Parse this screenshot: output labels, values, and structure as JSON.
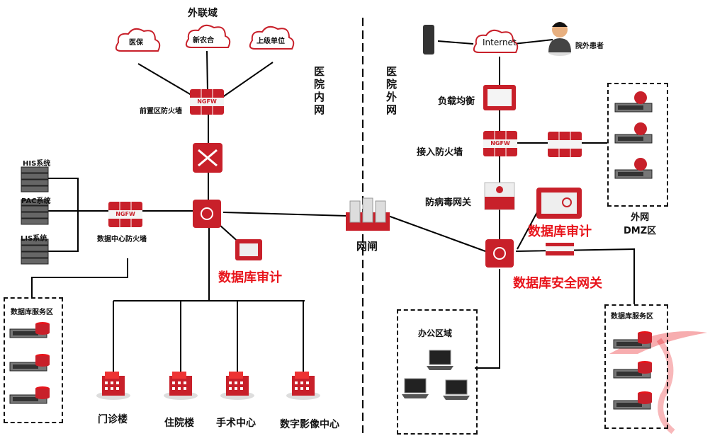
{
  "external": {
    "title": "外联域",
    "clouds": [
      "医保",
      "新农合",
      "上级单位"
    ]
  },
  "inner": {
    "zone_label": "医院内网",
    "front_firewall": "前置区防火墙",
    "systems": [
      "HIS系统",
      "PAC系统",
      "LIS系统"
    ],
    "dc_firewall": "数据中心防火墙",
    "db_zone": "数据库服务区",
    "db_audit": "数据库审计",
    "buildings": [
      "门诊楼",
      "住院楼",
      "手术中心",
      "数字影像中心"
    ]
  },
  "gap": {
    "label": "网闸"
  },
  "outer": {
    "zone_label": "医院外网",
    "internet": "Internet",
    "patient": "院外患者",
    "load_balancer": "负载均衡",
    "access_firewall": "接入防火墙",
    "antivirus": "防病毒网关",
    "dmz": "外网\nDMZ区",
    "db_audit": "数据库审计",
    "db_gateway": "数据库安全网关",
    "office": "办公区域",
    "db_zone": "数据库服务区"
  },
  "device_text": {
    "ngfw": "NGFW"
  },
  "colors": {
    "accent": "#e8141b",
    "device_red": "#c8202a",
    "line": "#000000"
  }
}
